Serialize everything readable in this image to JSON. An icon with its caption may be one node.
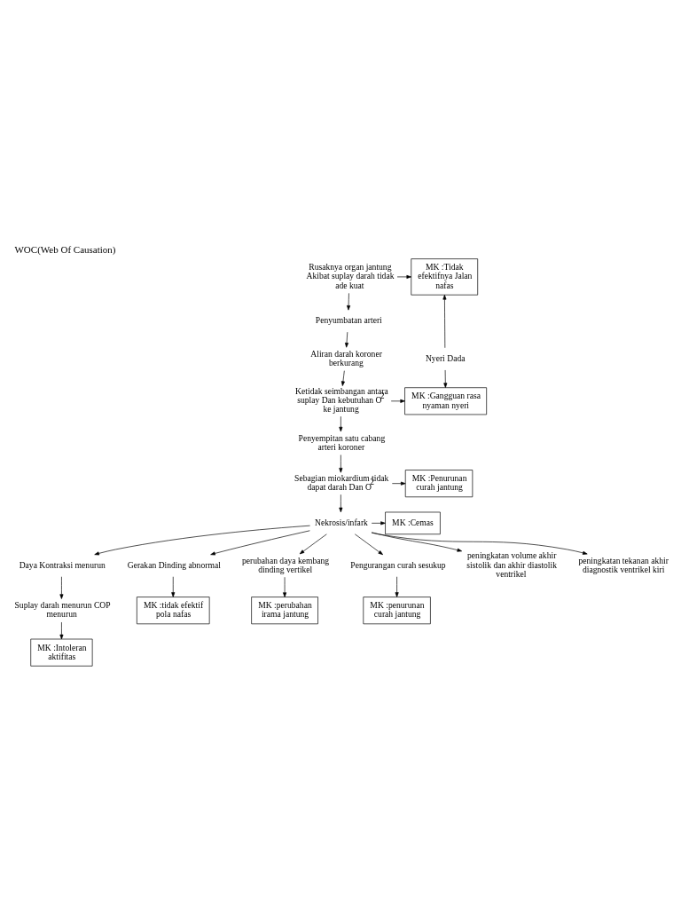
{
  "diagram": {
    "title": "WOC(Web Of Causation)",
    "nodes": [
      {
        "text": [
          "Rusaknya organ jantung Akibat suplay darah tidak ade kuat"
        ]
      },
      {
        "text": [
          "MK :Tidak efektifnya Jalan nafas"
        ]
      },
      {
        "text": [
          "Penyumbatan arteri"
        ]
      },
      {
        "text": [
          "Nyeri Dada"
        ]
      },
      {
        "text": [
          "Aliran darah koroner berkurang"
        ]
      },
      {
        "text": [
          "MK :Gangguan rasa nyaman nyeri"
        ]
      },
      {
        "text": [
          "Ketidak seimbangan antara suplay Dan kebutuhan O$^{2}$ ke jantung"
        ]
      },
      {
        "text": [
          "Penyempitan satu cabang arteri koroner"
        ]
      },
      {
        "text": [
          "MK :Penurunan curah jantung"
        ]
      },
      {
        "text": [
          "Sebagian miokardium tidak dapat darah Dan O$^{2}$"
        ]
      },
      {
        "text": [
          "Nekrosis/infark"
        ]
      },
      {
        "text": [
          "MK :Cemas"
        ]
      },
      {
        "text": [
          "Daya Kontraksi menurun"
        ]
      },
      {
        "text": [
          "Gerakan Dinding abnormal"
        ]
      },
      {
        "text": [
          "perubahan daya kembang dinding vertikel"
        ]
      },
      {
        "text": [
          "Pengurangan curah sesukup"
        ]
      },
      {
        "text": [
          "peningkatan volume akhir sistolik dan akhir diastolik ventrikel"
        ]
      },
      {
        "text": [
          "peningkatan tekanan akhir diagnostik ventrikel kiri"
        ]
      },
      {
        "text": [
          "Suplay darah menurun COP menurun"
        ]
      },
      {
        "text": [
          "MK :tidak efektif pola nafas"
        ]
      },
      {
        "text": [
          "MK :penurunan curah jantung"
        ]
      },
      {
        "text": [
          "MK :Intoleran aktifitas"
        ]
      },
      {
        "text": [
          "MK :perubahan irama jantung"
        ]
      }
    ],
    "edges": [
      {
        "from": 0,
        "to": 1,
        "arrow": "to"
      },
      {
        "from": 0,
        "to": 2,
        "arrow": "to"
      },
      {
        "from": 3,
        "to": 1,
        "arrow": "to"
      },
      {
        "from": 3,
        "to": 5,
        "arrow": "to"
      },
      {
        "from": 2,
        "to": 4,
        "arrow": "to"
      },
      {
        "from": 4,
        "to": 6,
        "arrow": "to"
      },
      {
        "from": 6,
        "to": 5,
        "arrow": "to"
      },
      {
        "from": 6,
        "to": 7,
        "arrow": "to"
      },
      {
        "from": 7,
        "to": 9,
        "arrow": "to"
      },
      {
        "from": 9,
        "to": 8,
        "arrow": "to"
      },
      {
        "from": 9,
        "to": 10,
        "arrow": "to"
      },
      {
        "from": 10,
        "to": 11,
        "arrow": "to"
      },
      {
        "from": 10,
        "to": 12,
        "arrow": "to"
      },
      {
        "from": 10,
        "to": 13,
        "arrow": "to"
      },
      {
        "from": 10,
        "to": 14,
        "arrow": "to"
      },
      {
        "from": 10,
        "to": 15,
        "arrow": "to"
      },
      {
        "from": 10,
        "to": 16,
        "arrow": "to"
      },
      {
        "from": 10,
        "to": 17,
        "arrow": "to"
      },
      {
        "from": 12,
        "to": 18,
        "arrow": "to"
      },
      {
        "from": 13,
        "to": 19,
        "arrow": "to"
      },
      {
        "from": 14,
        "to": 22,
        "arrow": "to"
      },
      {
        "from": 15,
        "to": 20,
        "arrow": "to"
      },
      {
        "from": 18,
        "to": 21,
        "arrow": "to"
      }
    ]
  }
}
